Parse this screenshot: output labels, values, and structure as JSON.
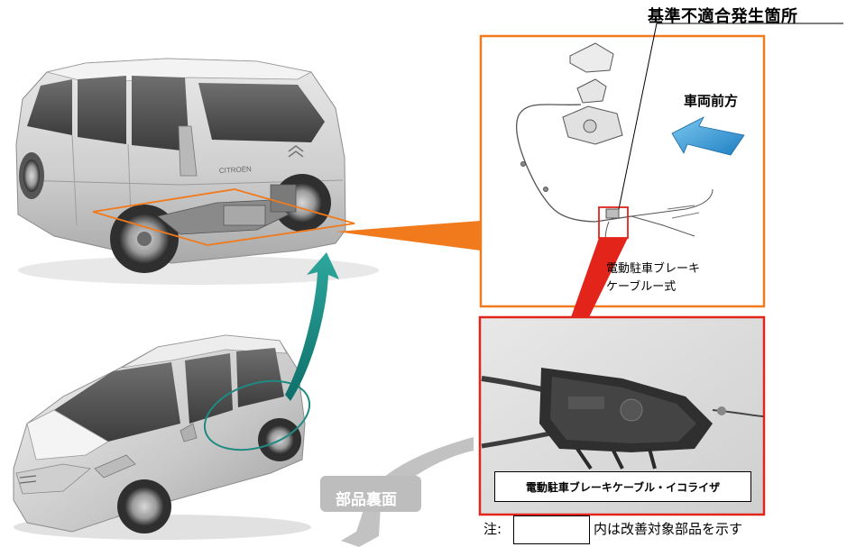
{
  "callout_title": "基準不適合発生箇所",
  "vehicle_front_label": "車両前方",
  "cable_assembly_label_line1": "電動駐車ブレーキ",
  "cable_assembly_label_line2": "ケーブルー式",
  "equalizer_label": "電動駐車ブレーキケーブル・イコライザ",
  "reverse_side_label": "部品裏面",
  "note_prefix": "注:",
  "note_text": "内は改善対象部品を示す",
  "rear_car_badge": "CITROËN",
  "colors": {
    "orange_frame": "#f07a1c",
    "red_frame": "#e2241b",
    "teal_arrow": "#1f8a82",
    "blue_arrow": "#3aa3d8",
    "gray_arrow": "#bfbfbf"
  }
}
